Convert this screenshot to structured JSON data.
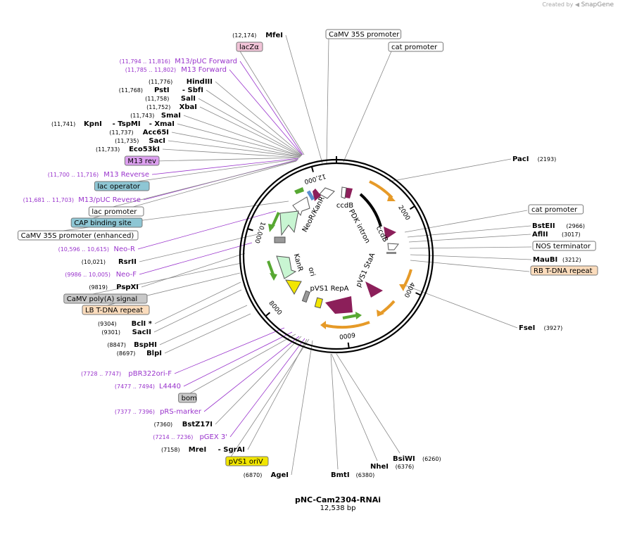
{
  "credit": {
    "prefix": "Created by",
    "brand": "SnapGene"
  },
  "plasmid": {
    "name": "pNC-Cam2304-RNAi",
    "size_label": "12,538 bp",
    "length": 12538
  },
  "ticks": [
    "2000",
    "4000",
    "6000",
    "8000",
    "10,000",
    "12,000"
  ],
  "colors": {
    "enzyme_line": "#888888",
    "primer": "#9933cc",
    "feature_magenta": "#8c1f5a",
    "feature_green": "#57a832",
    "feature_orange": "#e69a28",
    "feature_yellow": "#f2e600",
    "feature_mint": "#c8f5d2"
  },
  "left_labels": [
    {
      "pos": "(12,174)",
      "name": "MfeI",
      "kind": "enzyme"
    },
    {
      "name": "lacZα",
      "kind": "box-pink"
    },
    {
      "pos": "(11,794 .. 11,816)",
      "name": "M13/pUC Forward",
      "kind": "primer"
    },
    {
      "pos": "(11,785 .. 11,802)",
      "name": "M13 Forward",
      "kind": "primer"
    },
    {
      "pos": "(11,776)",
      "name": "HindIII",
      "kind": "enzyme"
    },
    {
      "pos": "(11,768)",
      "name": "PstI",
      "name2": "- SbfI",
      "kind": "enzyme2"
    },
    {
      "pos": "(11,758)",
      "name": "SalI",
      "kind": "enzyme"
    },
    {
      "pos": "(11,752)",
      "name": "XbaI",
      "kind": "enzyme"
    },
    {
      "pos": "(11,743)",
      "name": "SmaI",
      "kind": "enzyme"
    },
    {
      "pos": "(11,741)",
      "name": "KpnI",
      "name2": "- TspMI",
      "name3": "- XmaI",
      "kind": "enzyme3"
    },
    {
      "pos": "(11,737)",
      "name": "Acc65I",
      "kind": "enzyme"
    },
    {
      "pos": "(11,735)",
      "name": "SacI",
      "kind": "enzyme"
    },
    {
      "pos": "(11,733)",
      "name": "Eco53kI",
      "kind": "enzyme"
    },
    {
      "name": "M13 rev",
      "kind": "box-purple"
    },
    {
      "pos": "(11,700 .. 11,716)",
      "name": "M13 Reverse",
      "kind": "primer"
    },
    {
      "name": "lac operator",
      "kind": "box-teal"
    },
    {
      "pos": "(11,681 .. 11,703)",
      "name": "M13/pUC Reverse",
      "kind": "primer"
    },
    {
      "name": "lac promoter",
      "kind": "box-white"
    },
    {
      "name": "CAP binding site",
      "kind": "box-teal"
    },
    {
      "name": "CaMV 35S promoter (enhanced)",
      "kind": "box-white"
    },
    {
      "pos": "(10,596 .. 10,615)",
      "name": "Neo-R",
      "kind": "primer"
    },
    {
      "pos": "(10,021)",
      "name": "RsrII",
      "kind": "enzyme"
    },
    {
      "pos": "(9986 .. 10,005)",
      "name": "Neo-F",
      "kind": "primer"
    },
    {
      "pos": "(9819)",
      "name": "PspXI",
      "kind": "enzyme"
    },
    {
      "name": "CaMV poly(A) signal",
      "kind": "box-grey"
    },
    {
      "name": "LB T-DNA repeat",
      "kind": "box-peach"
    },
    {
      "pos": "(9304)",
      "name": "BclI *",
      "kind": "enzyme"
    },
    {
      "pos": "(9301)",
      "name": "SacII",
      "kind": "enzyme"
    },
    {
      "pos": "(8847)",
      "name": "BspHI",
      "kind": "enzyme"
    },
    {
      "pos": "(8697)",
      "name": "BlpI",
      "kind": "enzyme"
    },
    {
      "pos": "(7728 .. 7747)",
      "name": "pBR322ori-F",
      "kind": "primer"
    },
    {
      "pos": "(7477 .. 7494)",
      "name": "L4440",
      "kind": "primer"
    },
    {
      "name": "bom",
      "kind": "box-grey"
    },
    {
      "pos": "(7377 .. 7396)",
      "name": "pRS-marker",
      "kind": "primer"
    },
    {
      "pos": "(7360)",
      "name": "BstZ17I",
      "kind": "enzyme"
    },
    {
      "pos": "(7214 .. 7236)",
      "name": "pGEX 3'",
      "kind": "primer"
    },
    {
      "pos": "(7158)",
      "name": "MreI",
      "name2": "- SgrAI",
      "kind": "enzyme2"
    },
    {
      "name": "pVS1 oriV",
      "kind": "box-yellow"
    },
    {
      "pos": "(6870)",
      "name": "AgeI",
      "kind": "enzyme"
    }
  ],
  "top_labels": [
    {
      "name": "CaMV 35S promoter",
      "kind": "box-white"
    },
    {
      "name": "cat promoter",
      "kind": "box-white"
    }
  ],
  "right_labels": [
    {
      "name": "PacI",
      "pos": "(2193)",
      "kind": "enzyme"
    },
    {
      "name": "cat promoter",
      "kind": "box-white"
    },
    {
      "name": "BstEII",
      "pos": "(2966)",
      "kind": "enzyme"
    },
    {
      "name": "AflII",
      "pos": "(3017)",
      "kind": "enzyme"
    },
    {
      "name": "NOS terminator",
      "kind": "box-white"
    },
    {
      "name": "MauBI",
      "pos": "(3212)",
      "kind": "enzyme"
    },
    {
      "name": "RB T-DNA repeat",
      "kind": "box-peach"
    },
    {
      "name": "FseI",
      "pos": "(3927)",
      "kind": "enzyme"
    }
  ],
  "bottom_labels": [
    {
      "name": "BsiWI",
      "pos": "(6260)",
      "kind": "enzyme"
    },
    {
      "name": "NheI",
      "pos": "(6376)",
      "kind": "enzyme"
    },
    {
      "name": "BmtI",
      "pos": "(6380)",
      "kind": "enzyme"
    }
  ],
  "feature_labels": [
    {
      "name": "ccdB"
    },
    {
      "name": "PDK intron"
    },
    {
      "name": "ccdB"
    },
    {
      "name": "NeoR/KanR"
    },
    {
      "name": "KanR"
    },
    {
      "name": "ori"
    },
    {
      "name": "pVS1 RepA"
    },
    {
      "name": "pVS1 StaA"
    }
  ]
}
